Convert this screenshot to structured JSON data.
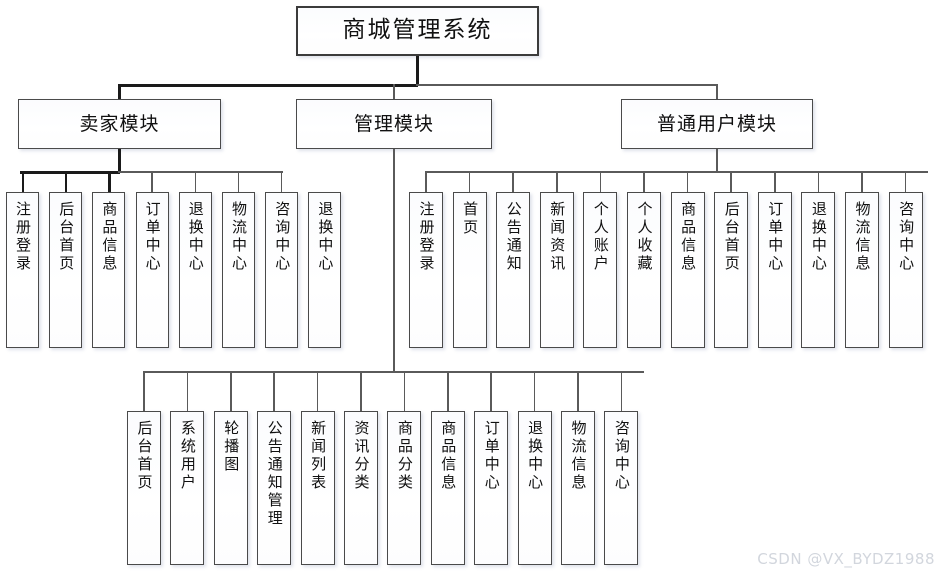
{
  "diagram": {
    "type": "tree",
    "root": {
      "label": "商城管理系统"
    },
    "level1": [
      {
        "label": "卖家模块"
      },
      {
        "label": "管理模块"
      },
      {
        "label": "普通用户模块"
      }
    ],
    "seller_children": [
      {
        "label": "注册登录"
      },
      {
        "label": "后台首页"
      },
      {
        "label": "商品信息"
      },
      {
        "label": "订单中心"
      },
      {
        "label": "退换中心"
      },
      {
        "label": "物流中心"
      },
      {
        "label": "咨询中心"
      },
      {
        "label": "退换中心"
      }
    ],
    "user_children": [
      {
        "label": "注册登录"
      },
      {
        "label": "首页"
      },
      {
        "label": "公告通知"
      },
      {
        "label": "新闻资讯"
      },
      {
        "label": "个人账户"
      },
      {
        "label": "个人收藏"
      },
      {
        "label": "商品信息"
      },
      {
        "label": "后台首页"
      },
      {
        "label": "订单中心"
      },
      {
        "label": "退换中心"
      },
      {
        "label": "物流信息"
      },
      {
        "label": "咨询中心"
      }
    ],
    "admin_children": [
      {
        "label": "后台首页"
      },
      {
        "label": "系统用户"
      },
      {
        "label": "轮播图"
      },
      {
        "label": "公告通知管理"
      },
      {
        "label": "新闻列表"
      },
      {
        "label": "资讯分类"
      },
      {
        "label": "商品分类"
      },
      {
        "label": "商品信息"
      },
      {
        "label": "订单中心"
      },
      {
        "label": "退换中心"
      },
      {
        "label": "物流信息"
      },
      {
        "label": "咨询中心"
      }
    ]
  },
  "watermark": {
    "text": "CSDN @VX_BYDZ1988"
  },
  "colors": {
    "box_border": "#4a4a4a",
    "box_fill": "#fbfcfe",
    "connector": "#5a5a5a",
    "connector_emphasis": "#1a1a1a",
    "text": "#111111",
    "watermark": "#d2d6dd"
  }
}
